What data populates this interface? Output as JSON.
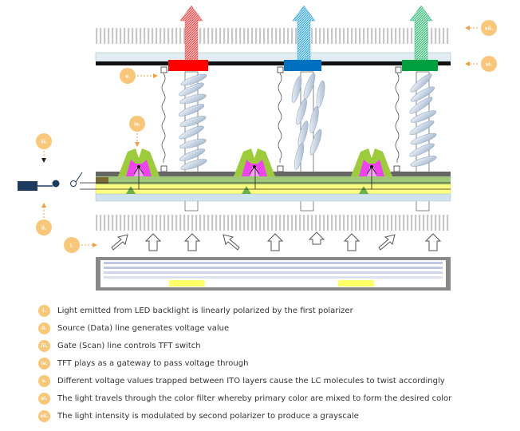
{
  "labels": [
    "i.",
    "ii.",
    "iii.",
    "iv.",
    "v.",
    "vi.",
    "vii."
  ],
  "legend": [
    {
      "num": "i.",
      "text": "Light emitted from LED backlight is linearly polarized by the first polarizer"
    },
    {
      "num": "ii.",
      "text": "Source (Data) line generates voltage value"
    },
    {
      "num": "iii.",
      "text": "Gate (Scan) line controls TFT switch"
    },
    {
      "num": "iv.",
      "text": "TFT plays as a gateway to pass voltage through"
    },
    {
      "num": "v.",
      "text": "Different voltage values trapped between ITO layers cause the LC molecules to twist accordingly"
    },
    {
      "num": "vi.",
      "text": "The light travels through the color filter whereby primary color are mixed to form the desired color"
    },
    {
      "num": "vii.",
      "text": "The light intensity is modulated by second polarizer to produce a grayscale"
    }
  ],
  "colors": {
    "label_circle": "#f8c77a",
    "filter_red": "#ff0000",
    "filter_blue": "#0070c0",
    "filter_green": "#00a040",
    "substrate_yellow": "#ffff80",
    "substrate_green": "#a0c878",
    "tft_green": "#9ccc3c",
    "tft_magenta": "#ee44ee",
    "backlight_yellow": "#ffff66",
    "polarizer": "#cccccc"
  }
}
